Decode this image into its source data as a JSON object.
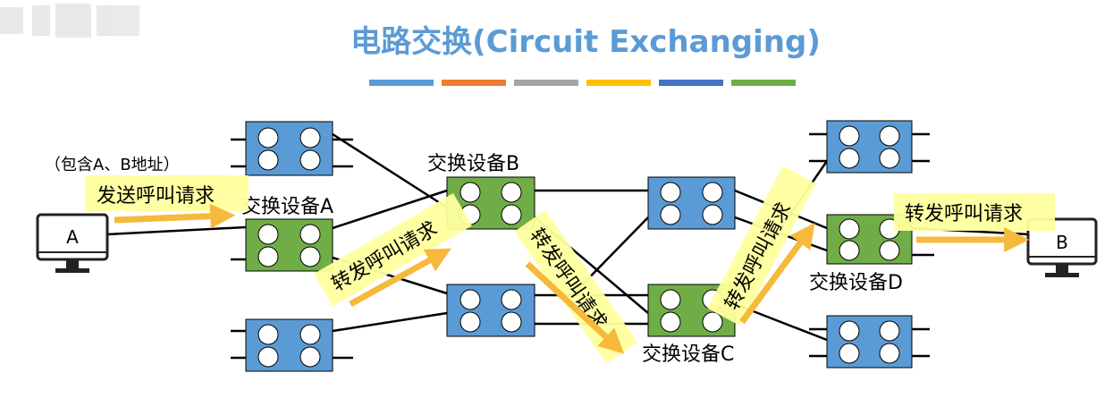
{
  "title": "电路交换(Circuit Exchanging)",
  "color_bar": [
    "#5b9bd5",
    "#ed7d31",
    "#a5a5a5",
    "#ffc000",
    "#4472c4",
    "#70ad47"
  ],
  "colors": {
    "switch_blue": "#5b9bd5",
    "switch_green": "#70ad47",
    "callout_fill": "#ffff9e",
    "arrow_fill": "#f6b93b",
    "line": "#000000",
    "title": "#5b9bd5"
  },
  "hosts": {
    "a": "A",
    "b": "B"
  },
  "switch_labels": {
    "a": "交换设备A",
    "b": "交换设备B",
    "c": "交换设备C",
    "d": "交换设备D"
  },
  "address_note": "（包含A、B地址）",
  "callouts": {
    "send": "发送呼叫请求",
    "forward_ab": "转发呼叫请求",
    "forward_bc": "转发呼叫请求",
    "forward_cd": "转发呼叫请求",
    "forward_db": "转发呼叫请求"
  },
  "watermark_icon": "logo-icon"
}
